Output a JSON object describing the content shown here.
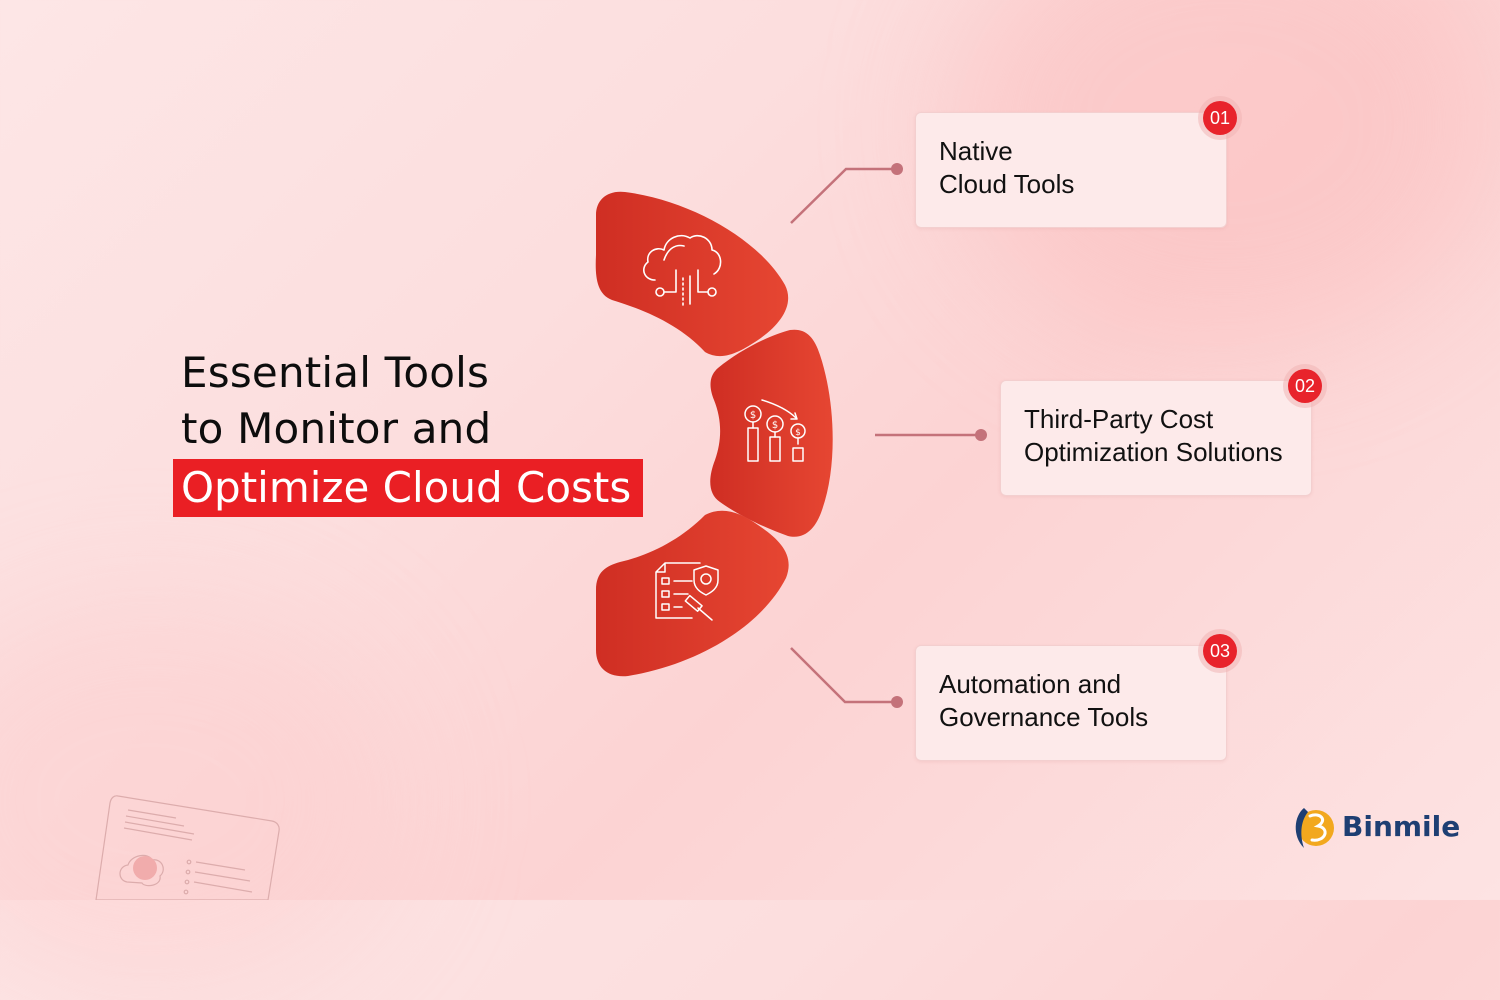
{
  "title": {
    "line1": "Essential Tools",
    "line2": "to Monitor and",
    "highlight": "Optimize Cloud Costs"
  },
  "items": [
    {
      "number": "01",
      "line1": "Native",
      "line2": "Cloud Tools",
      "icon": "cloud-network-icon"
    },
    {
      "number": "02",
      "line1": "Third-Party Cost",
      "line2": "Optimization Solutions",
      "icon": "cost-reduction-chart-icon"
    },
    {
      "number": "03",
      "line1": "Automation and",
      "line2": "Governance Tools",
      "icon": "compliance-checklist-gavel-icon"
    }
  ],
  "brand": {
    "name": "Binmile"
  },
  "colors": {
    "accent": "#ea1f24",
    "segment": "#d8382b",
    "connector": "#c4727a",
    "badge": "#e8232b",
    "logo_text": "#1e3f73"
  }
}
